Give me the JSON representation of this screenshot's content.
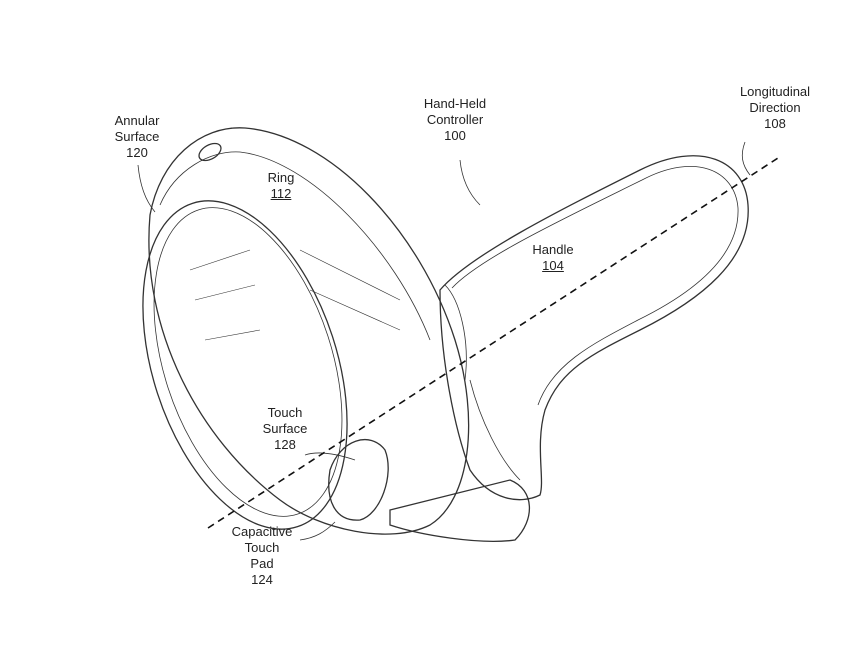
{
  "labels": {
    "annular_surface": {
      "name": "Annular",
      "name2": "Surface",
      "ref": "120"
    },
    "ring": {
      "name": "Ring",
      "ref": "112"
    },
    "controller": {
      "name": "Hand-Held",
      "name2": "Controller",
      "ref": "100"
    },
    "longitudinal": {
      "name": "Longitudinal",
      "name2": "Direction",
      "ref": "108"
    },
    "handle": {
      "name": "Handle",
      "ref": "104"
    },
    "touch_surface": {
      "name": "Touch",
      "name2": "Surface",
      "ref": "128"
    },
    "touch_pad": {
      "name": "Capacitive",
      "name2": "Touch",
      "name3": "Pad",
      "ref": "124"
    }
  }
}
